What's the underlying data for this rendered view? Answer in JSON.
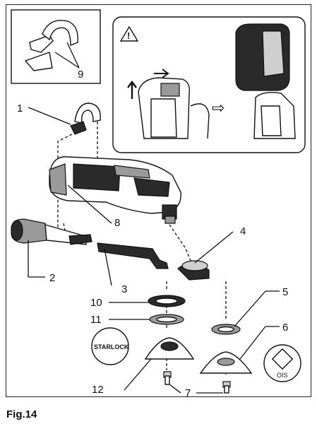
{
  "figure": {
    "caption": "Fig.14",
    "callouts": [
      "1",
      "2",
      "3",
      "4",
      "5",
      "6",
      "7",
      "8",
      "9",
      "10",
      "11",
      "12"
    ],
    "badges": {
      "starlock": "STARLOCK",
      "ois": "OIS"
    },
    "warning_symbol": "!",
    "arrow_symbol": "⇨"
  }
}
